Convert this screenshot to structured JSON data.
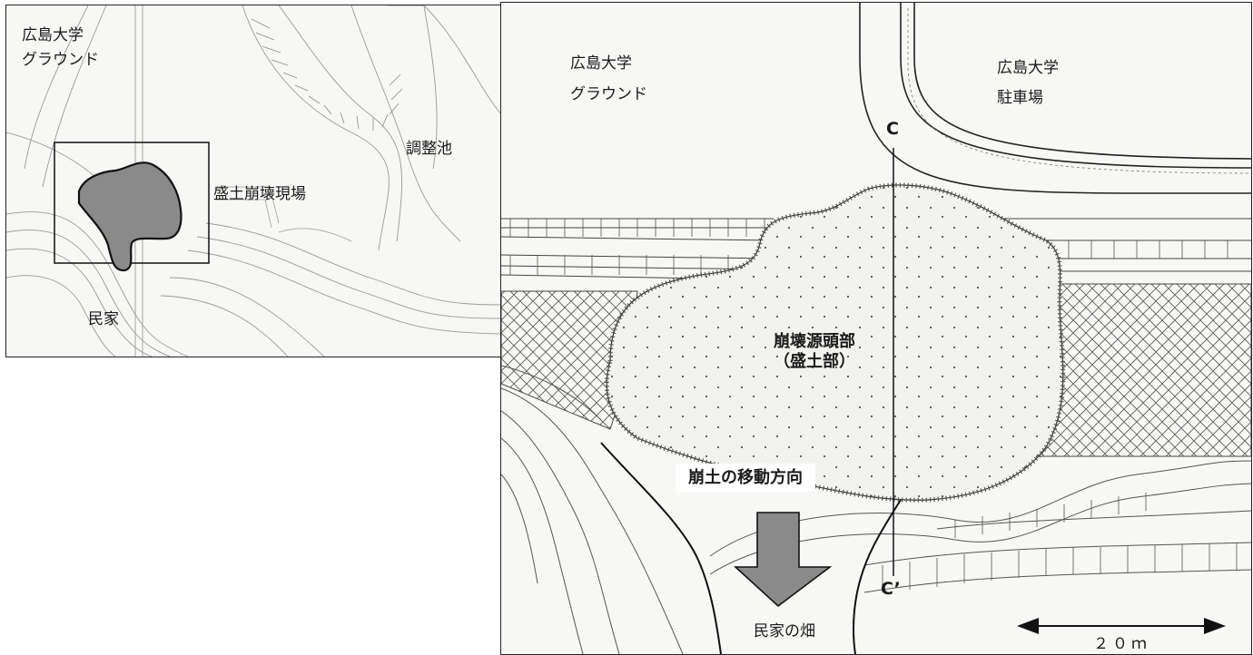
{
  "inset": {
    "ground_label": "広島大学\nグラウンド",
    "ground_line1": "広島大学",
    "ground_line2": "グラウンド",
    "pond_label": "調整池",
    "site_label": "盛土崩壊現場",
    "house_label": "民家"
  },
  "main": {
    "ground_line1": "広島大学",
    "ground_line2": "グラウンド",
    "parking_line1": "広島大学",
    "parking_line2": "駐車場",
    "source_line1": "崩壊源頭部",
    "source_line2": "（盛土部）",
    "flow_label": "崩土の移動方向",
    "section_start": "C",
    "section_end": "C’",
    "field_label": "民家の畑",
    "scale_label": "２０ｍ"
  },
  "colors": {
    "slide_fill": "#8a8a8a",
    "map_background": "#f7f7f5",
    "line": "#111111"
  }
}
